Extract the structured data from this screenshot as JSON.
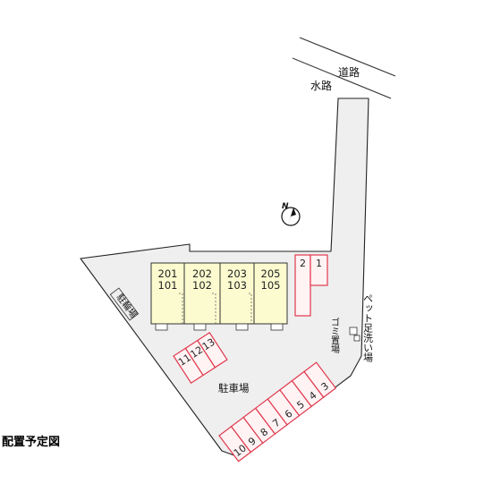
{
  "map": {
    "road_label": "道路",
    "waterway_label": "水路",
    "north_label": "N",
    "bicycle_parking_label": "駐輪場",
    "pet_foot_wash_label": "ペット足洗い場",
    "garbage_area_label": "ゴミ置場",
    "parking_label": "駐車場",
    "units": [
      {
        "upper": "201",
        "lower": "101"
      },
      {
        "upper": "202",
        "lower": "102"
      },
      {
        "upper": "203",
        "lower": "103"
      },
      {
        "upper": "205",
        "lower": "105"
      }
    ],
    "stalls_top": [
      "2",
      "1"
    ],
    "stalls_left": [
      "11",
      "12",
      "13"
    ],
    "stalls_bottom": [
      "10",
      "9",
      "8",
      "7",
      "6",
      "5",
      "4",
      "3"
    ]
  },
  "footer": {
    "title": "配置予定図"
  },
  "colors": {
    "lot_fill": "#efefef",
    "building_fill": "#fbfbcf",
    "stall_stroke": "#e0384c",
    "stall_fill": "#fff3f4"
  }
}
